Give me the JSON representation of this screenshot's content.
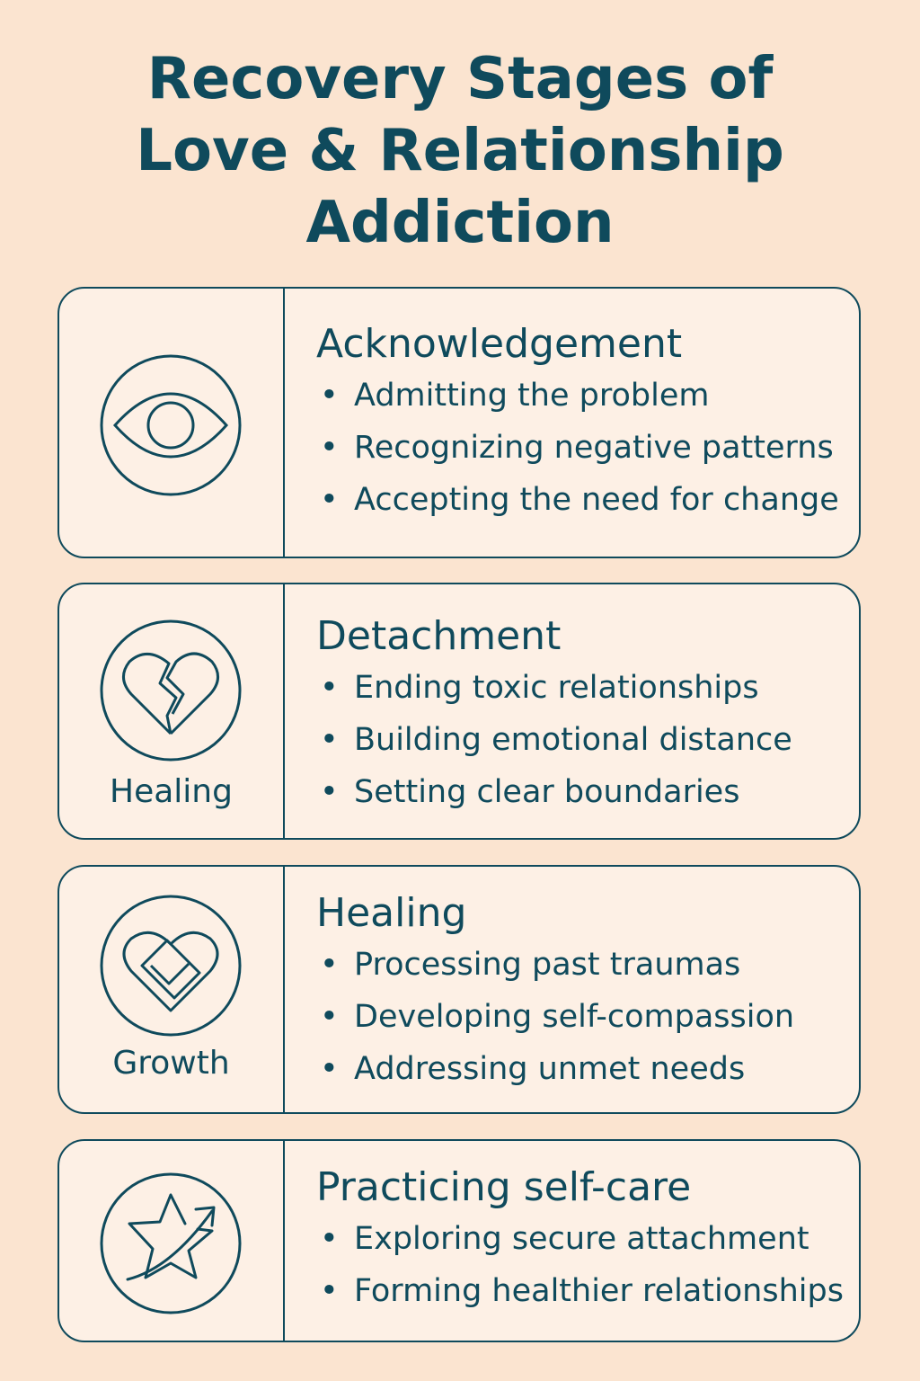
{
  "title": [
    "Recovery Stages of",
    "Love & Relationship",
    "Addiction"
  ],
  "stages": [
    {
      "heading": "Acknowledgement",
      "icon": "eye-icon",
      "label": null,
      "bullets": [
        "Admitting the problem",
        "Recognizing negative patterns",
        "Accepting the need for change"
      ]
    },
    {
      "heading": "Detachment",
      "icon": "broken-heart-icon",
      "label": "Healing",
      "bullets": [
        "Ending toxic relationships",
        "Building emotional distance",
        "Setting clear boundaries"
      ]
    },
    {
      "heading": "Healing",
      "icon": "bandaged-heart-icon",
      "label": "Growth",
      "bullets": [
        "Processing past traumas",
        "Developing self-compassion",
        "Addressing unmet needs"
      ]
    },
    {
      "heading": "Practicing self-care",
      "icon": "star-arrow-icon",
      "label": null,
      "bullets": [
        "Exploring secure attachment",
        "Forming healthier relationships"
      ]
    }
  ],
  "colors": {
    "background": "#fbe4d0",
    "card": "#fdf0e5",
    "ink": "#0f4a5c"
  }
}
